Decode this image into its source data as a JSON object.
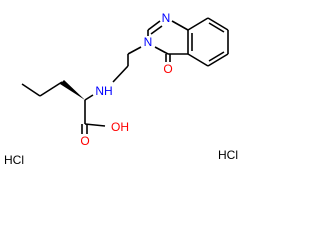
{
  "colors": {
    "bond": "#000000",
    "nitrogen": "#0000ff",
    "oxygen": "#ff0000",
    "carbon_label": "#000000"
  },
  "atoms": {
    "quinazoline_n1": "N",
    "quinazoline_n3": "N",
    "carbonyl_o": "O",
    "amine_nh": "NH",
    "acid_oh": "OH",
    "acid_o": "O"
  },
  "salts": {
    "left": "HCl",
    "right": "HCl"
  }
}
